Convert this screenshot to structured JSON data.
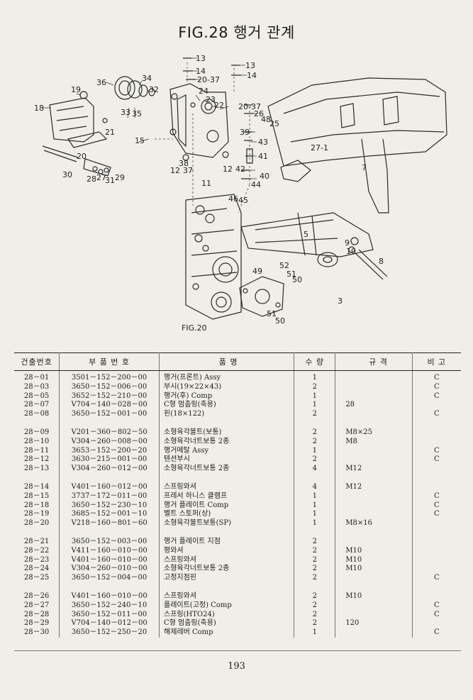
{
  "title": "FIG.28 행거 관계",
  "diagram": {
    "labels": [
      "13",
      "14",
      "20-37",
      "13",
      "14",
      "36",
      "34",
      "32",
      "19",
      "24",
      "23",
      "22",
      "20-37",
      "18",
      "33",
      "35",
      "26",
      "48",
      "25",
      "21",
      "39",
      "43",
      "15",
      "41",
      "27-1",
      "7",
      "20",
      "38",
      "12",
      "37",
      "12",
      "42",
      "40",
      "30",
      "28",
      "27",
      "31",
      "29",
      "11",
      "44",
      "46",
      "45",
      "5",
      "9",
      "10",
      "8",
      "52",
      "51",
      "49",
      "50",
      "3",
      "51",
      "50"
    ],
    "sub_figure_label": "FIG.20"
  },
  "table": {
    "headers": {
      "no": "건출번호",
      "part": "부 품 번 호",
      "name": "품 명",
      "qty": "수 량",
      "spec": "규 격",
      "remark": "비 고"
    },
    "groups": [
      [
        {
          "no": "28－01",
          "part": "3501－152－200－00",
          "name": "행거(프론트) Assy",
          "qty": "1",
          "spec": "",
          "remark": "C"
        },
        {
          "no": "28－03",
          "part": "3650－152－006－00",
          "name": "부시(19×22×43)",
          "qty": "2",
          "spec": "",
          "remark": "C"
        },
        {
          "no": "28－05",
          "part": "3652－152－210－00",
          "name": "행거(후) Comp",
          "qty": "1",
          "spec": "",
          "remark": "C"
        },
        {
          "no": "28－07",
          "part": "V704－140－028－00",
          "name": "C형 멈춤링(축용)",
          "qty": "1",
          "spec": "28",
          "remark": ""
        },
        {
          "no": "28－08",
          "part": "3650－152－001－00",
          "name": "핀(18×122)",
          "qty": "2",
          "spec": "",
          "remark": "C"
        }
      ],
      [
        {
          "no": "28－09",
          "part": "V201－360－802－50",
          "name": "소형육각볼트(보통)",
          "qty": "2",
          "spec": "M8×25",
          "remark": ""
        },
        {
          "no": "28－10",
          "part": "V304－260－008－00",
          "name": "소형육각너트보통 2종",
          "qty": "2",
          "spec": "M8",
          "remark": ""
        },
        {
          "no": "28－11",
          "part": "3653－152－200－20",
          "name": "행거메탈 Assy",
          "qty": "1",
          "spec": "",
          "remark": "C"
        },
        {
          "no": "28－12",
          "part": "3630－215－001－00",
          "name": "텐션부시",
          "qty": "2",
          "spec": "",
          "remark": "C"
        },
        {
          "no": "28－13",
          "part": "V304－260－012－00",
          "name": "소형육각너트보통 2종",
          "qty": "4",
          "spec": "M12",
          "remark": ""
        }
      ],
      [
        {
          "no": "28－14",
          "part": "V401－160－012－00",
          "name": "스프링와셔",
          "qty": "4",
          "spec": "M12",
          "remark": ""
        },
        {
          "no": "28－15",
          "part": "3737－172－011－00",
          "name": "프레서 하니스 클램프",
          "qty": "1",
          "spec": "",
          "remark": "C"
        },
        {
          "no": "28－18",
          "part": "3650－152－230－10",
          "name": "행거 플레이트 Comp",
          "qty": "1",
          "spec": "",
          "remark": "C"
        },
        {
          "no": "28－19",
          "part": "3685－152－001－10",
          "name": "벨트 스토퍼(상)",
          "qty": "1",
          "spec": "",
          "remark": "C"
        },
        {
          "no": "28－20",
          "part": "V218－160－801－60",
          "name": "소형육각볼트보통(SP)",
          "qty": "1",
          "spec": "M8×16",
          "remark": ""
        }
      ],
      [
        {
          "no": "28－21",
          "part": "3650－152－003－00",
          "name": "행거 플레이트 지점",
          "qty": "2",
          "spec": "",
          "remark": ""
        },
        {
          "no": "28－22",
          "part": "V411－160－010－00",
          "name": "평와셔",
          "qty": "2",
          "spec": "M10",
          "remark": ""
        },
        {
          "no": "28－23",
          "part": "V401－160－010－00",
          "name": "스프링와셔",
          "qty": "2",
          "spec": "M10",
          "remark": ""
        },
        {
          "no": "28－24",
          "part": "V304－260－010－00",
          "name": "소형육각너트보통 2종",
          "qty": "2",
          "spec": "M10",
          "remark": ""
        },
        {
          "no": "28－25",
          "part": "3650－152－004－00",
          "name": "고정지점핀",
          "qty": "2",
          "spec": "",
          "remark": "C"
        }
      ],
      [
        {
          "no": "28－26",
          "part": "V401－160－010－00",
          "name": "스프링와셔",
          "qty": "2",
          "spec": "M10",
          "remark": ""
        },
        {
          "no": "28－27",
          "part": "3650－152－240－10",
          "name": "플레이트(고정) Comp",
          "qty": "2",
          "spec": "",
          "remark": "C"
        },
        {
          "no": "28－28",
          "part": "3650－152－011－00",
          "name": "스프링(HTO24)",
          "qty": "2",
          "spec": "",
          "remark": "C"
        },
        {
          "no": "28－29",
          "part": "V704－140－012－00",
          "name": "C형 멈춤링(축용)",
          "qty": "2",
          "spec": "120",
          "remark": ""
        },
        {
          "no": "28－30",
          "part": "3650－152－250－20",
          "name": "해제레버 Comp",
          "qty": "1",
          "spec": "",
          "remark": "C"
        }
      ]
    ]
  },
  "page_number": "193"
}
